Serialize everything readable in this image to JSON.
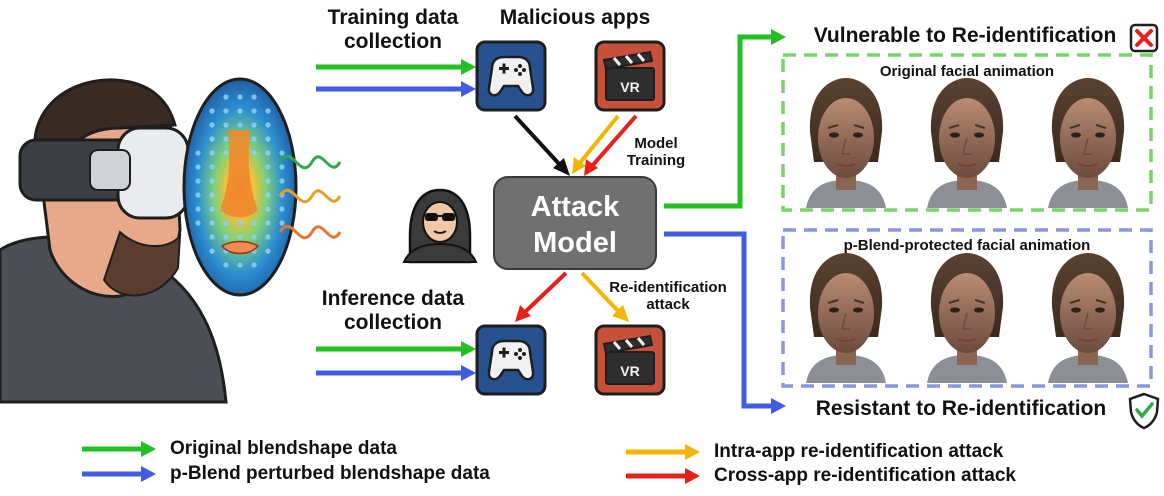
{
  "labels": {
    "training_collection": "Training data\ncollection",
    "malicious_apps": "Malicious apps",
    "model_training": "Model\nTraining",
    "attack_model": "Attack\nModel",
    "inference_collection": "Inference data\ncollection",
    "reid_attack": "Re-identification\nattack",
    "vulnerable": "Vulnerable to Re-identification",
    "original_animation": "Original facial animation",
    "pblend_animation": "p-Blend-protected facial animation",
    "resistant": "Resistant to Re-identification",
    "vr_badge": "VR"
  },
  "legend": {
    "original_blendshape": "Original blendshape data",
    "pblend_perturbed": "p-Blend perturbed blendshape data",
    "intra_app": "Intra-app re-identification attack",
    "cross_app": "Cross-app re-identification attack"
  },
  "colors": {
    "original_data": "#22c022",
    "perturbed_data": "#3f5de0",
    "intra_app": "#f5b400",
    "cross_app": "#e8201c",
    "attack_model": "#707070",
    "game_app": "#27508f",
    "vr_app": "#c6503a",
    "vulnerable_box": "#79d36b",
    "protected_box": "#8a97e0"
  },
  "icons": {
    "game_app": "gamepad-icon",
    "vr_app": "clapperboard-vr-icon",
    "hacker": "hacker-icon",
    "vulnerable_mark": "x-mark-icon",
    "resistant_mark": "shield-check-icon"
  }
}
